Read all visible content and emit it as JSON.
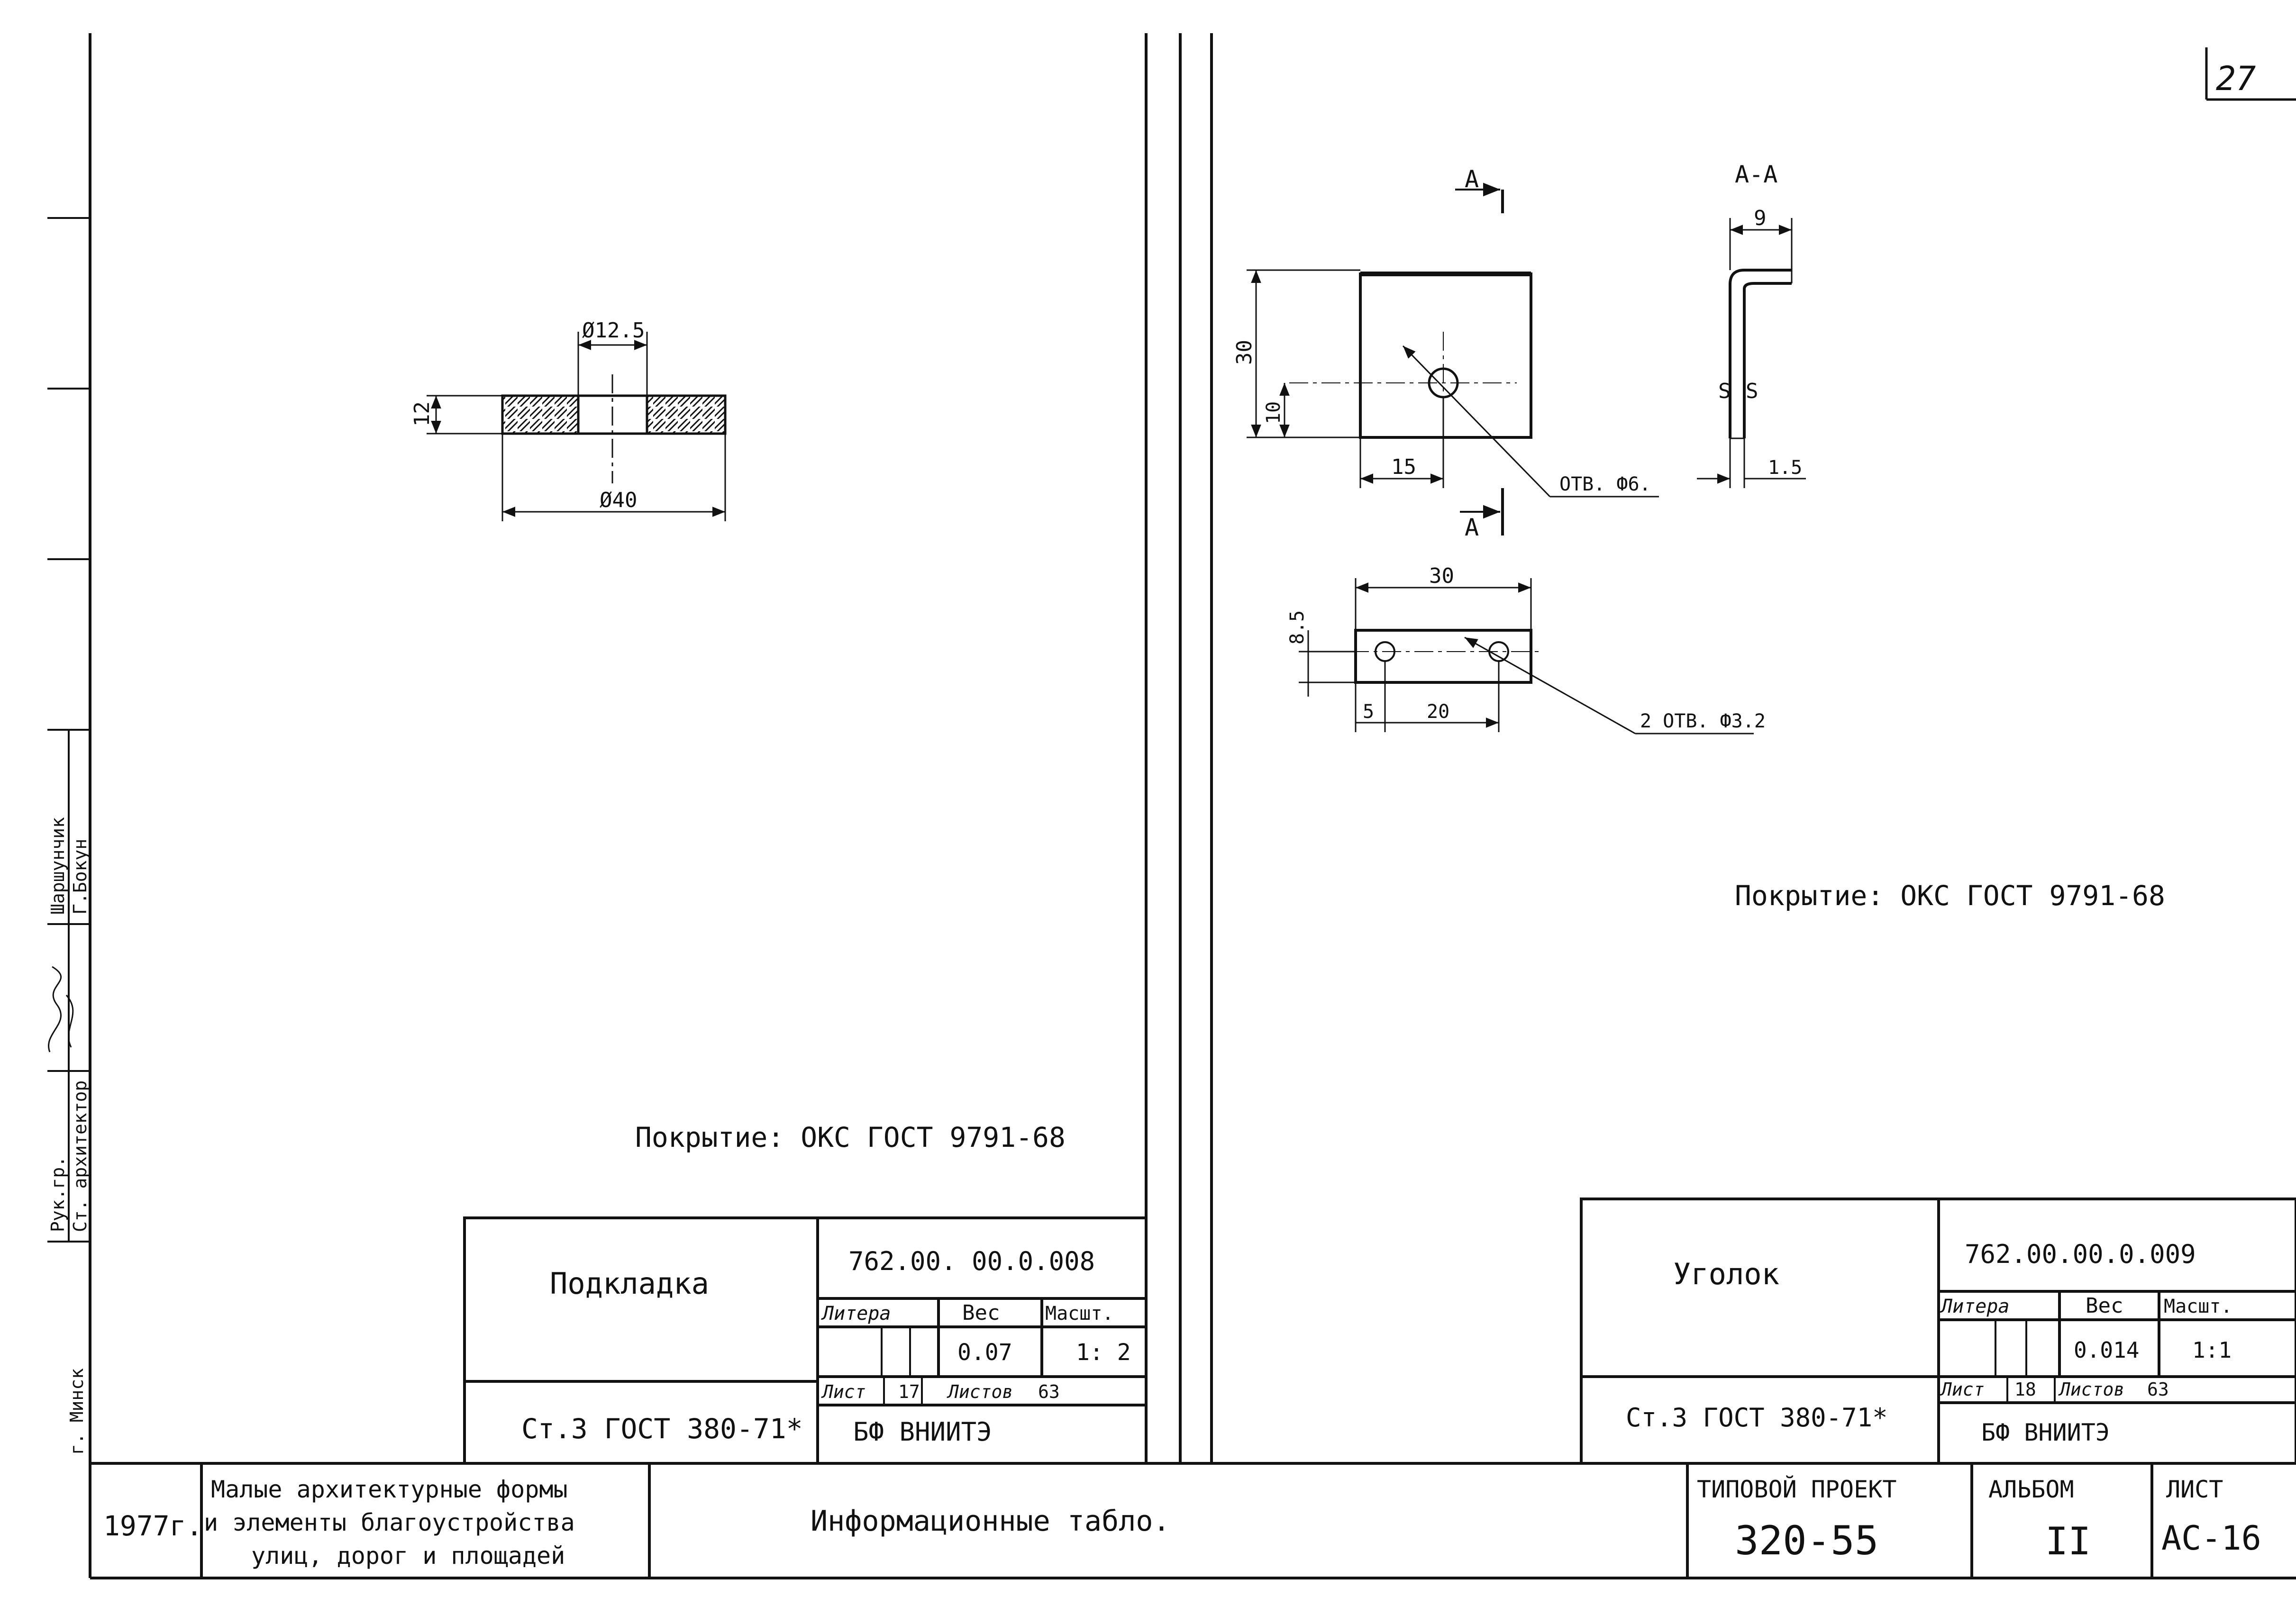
{
  "sheet_number": "27",
  "part_left": {
    "title": "Подкладка",
    "code": "762.00. 00.0.008",
    "material": "Ст.3  ГОСТ 380-71*",
    "coating": "Покрытие: ОКС ГОСТ 9791-68",
    "litera_label": "Литера",
    "weight_label": "Вес",
    "scale_label": "Масшт.",
    "weight": "0.07",
    "scale": "1: 2",
    "sheet_label": "Лист",
    "sheet": "17",
    "sheets_label": "Листов",
    "sheets": "63",
    "org": "БФ ВНИИТЭ",
    "dims": {
      "d_hole": "Ø12.5",
      "d_outer": "Ø40",
      "thickness": "12"
    }
  },
  "part_right": {
    "title": "Уголок",
    "code": "762.00.00.0.009",
    "material": "Ст.3  ГОСТ 380-71*",
    "coating": "Покрытие: ОКС ГОСТ 9791-68",
    "litera_label": "Литера",
    "weight_label": "Вес",
    "scale_label": "Масшт.",
    "weight": "0.014",
    "scale": "1:1",
    "sheet_label": "Лист",
    "sheet": "18",
    "sheets_label": "Листов",
    "sheets": "63",
    "org": "БФ ВНИИТЭ",
    "section_label": "А-А",
    "cut_mark": "А",
    "dims": {
      "height": "30",
      "hole_v": "10",
      "hole_h": "15",
      "hole_note": "ОТВ. Ф6.",
      "flange": "9",
      "thick": "1.5",
      "s_mark": "S",
      "bot_width": "30",
      "bot_height": "8.5",
      "bot_left": "5",
      "bot_mid": "20",
      "bot_note": "2 ОТВ. Ф3.2"
    }
  },
  "bottom": {
    "year": "1977г.",
    "series_1": "Малые архитектурные формы",
    "series_2": "и элементы благоустройства",
    "series_3": "улиц, дорог и площадей",
    "project_title": "Информационные   табло.",
    "project_type_label": "ТИПОВОЙ ПРОЕКТ",
    "project_number": "320-55",
    "album_label": "АЛЬБОМ",
    "album": "II",
    "sheet_label": "ЛИСТ",
    "sheet": "АС-16"
  },
  "margin": {
    "role_1": "Ст. архитектор",
    "name_1": "Г.Бокун",
    "role_2": "Рук.гр.",
    "name_2": "Шаршунчик",
    "city": "г. Минск"
  }
}
